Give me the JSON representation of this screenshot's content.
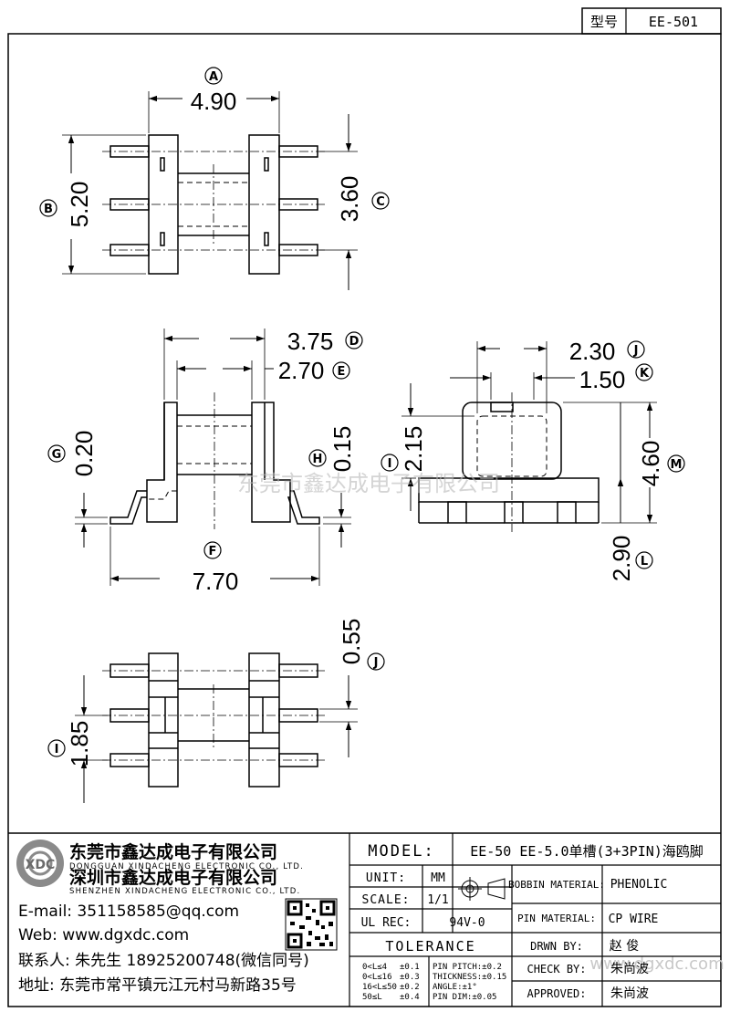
{
  "header": {
    "model_label": "型号",
    "model_value": "EE-501"
  },
  "watermark": "东莞市鑫达成电子有限公司",
  "watermark_url": "www.dgxdc.com",
  "dimensions": {
    "A": {
      "letter": "A",
      "value": "4.90"
    },
    "B": {
      "letter": "B",
      "value": "5.20"
    },
    "C": {
      "letter": "C",
      "value": "3.60"
    },
    "D": {
      "letter": "D",
      "value": "3.75"
    },
    "E": {
      "letter": "E",
      "value": "2.70"
    },
    "F": {
      "letter": "F",
      "value": "7.70"
    },
    "G": {
      "letter": "G",
      "value": "0.20"
    },
    "H": {
      "letter": "H",
      "value": "0.15"
    },
    "I": {
      "letter": "I",
      "value": "2.15"
    },
    "J": {
      "letter": "J",
      "value": "2.30"
    },
    "K": {
      "letter": "K",
      "value": "1.50"
    },
    "L": {
      "letter": "L",
      "value": "2.90"
    },
    "M": {
      "letter": "M",
      "value": "4.60"
    },
    "J2": {
      "letter": "J",
      "value": "0.55"
    },
    "I2": {
      "letter": "I",
      "value": "1.85"
    }
  },
  "company": {
    "name_dg": "东莞市鑫达成电子有限公司",
    "name_dg_en": "DONGGUAN XINDACHENG ELECTRONIC CO., LTD.",
    "name_sz": "深圳市鑫达成电子有限公司",
    "name_sz_en": "SHENZHEN XINDACHENG ELECTRONIC CO., LTD.",
    "email": "E-mail: 351158585@qq.com",
    "web": "Web: www.dgxdc.com",
    "contact": "联系人: 朱先生 18925200748(微信同号)",
    "address": "地址: 东莞市常平镇元江元村马新路35号"
  },
  "titleblock": {
    "model_label": "MODEL:",
    "model_value": "EE-50 EE-5.0单槽(3+3PIN)海鸥脚",
    "unit_label": "UNIT:",
    "unit_value": "MM",
    "scale_label": "SCALE:",
    "scale_value": "1/1",
    "ulrec_label": "UL REC:",
    "ulrec_value": "94V-0",
    "bobbin_label": "BOBBIN MATERIAL:",
    "bobbin_value": "PHENOLIC",
    "pin_label": "PIN MATERIAL:",
    "pin_value": "CP WIRE",
    "tolerance_label": "TOLERANCE",
    "drawn_label": "DRWN BY:",
    "drawn_value": "赵 俊",
    "check_label": "CHECK BY:",
    "check_value": "朱尚波",
    "approved_label": "APPROVED:",
    "approved_value": "朱尚波",
    "tol_rows": [
      {
        "range": "0<L≤4",
        "tol": "±0.1",
        "spec": "PIN PITCH:±0.2"
      },
      {
        "range": "0<L≤16",
        "tol": "±0.3",
        "spec": "THICKNESS:±0.15"
      },
      {
        "range": "16<L≤50",
        "tol": "±0.2",
        "spec": "ANGLE:±1°"
      },
      {
        "range": "50≤L",
        "tol": "±0.4",
        "spec": "PIN DIM:±0.05"
      }
    ]
  }
}
